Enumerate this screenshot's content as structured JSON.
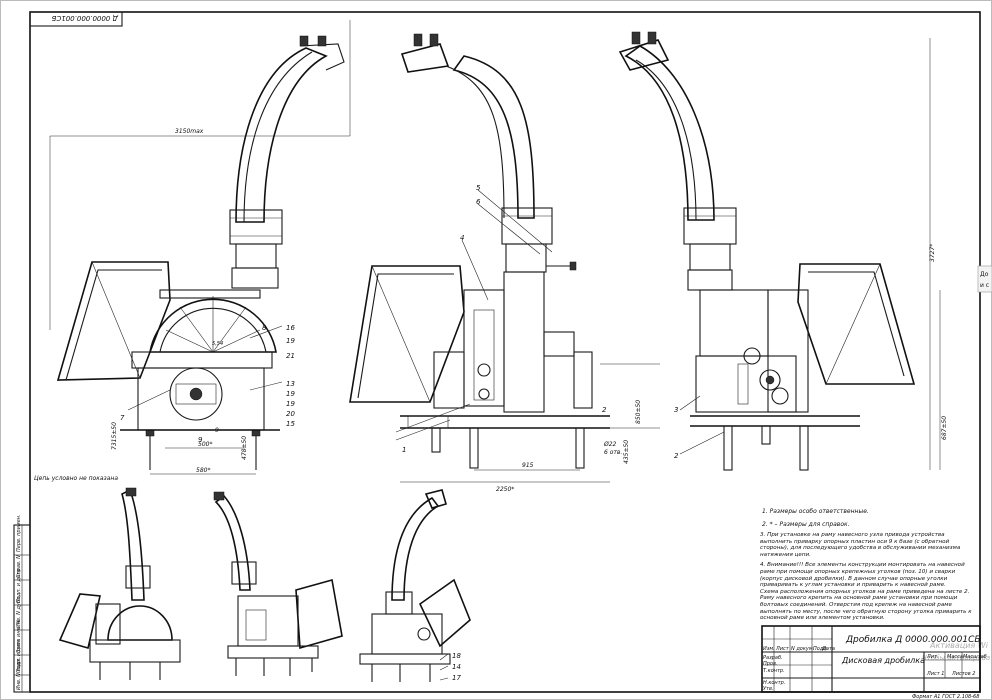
{
  "stamp_rotated": "Д 0000.000.001СБ",
  "dims": {
    "d3150": "3150max",
    "d3727": "3727*",
    "d2250": "2250*",
    "d915": "915",
    "d580": "580*",
    "d500": "500*",
    "d7315": "7315±50",
    "d478": "478±50",
    "d850": "850±50",
    "d435": "435±50",
    "d687": "687±50",
    "d9": "9",
    "d54": "5,54",
    "hole": "Ø22",
    "holes": "6 отв."
  },
  "callouts_front": [
    "8",
    "16",
    "19",
    "21",
    "13",
    "19",
    "19",
    "20",
    "15",
    "7",
    "9"
  ],
  "callouts_side": [
    "5",
    "6",
    "4",
    "1",
    "2"
  ],
  "callouts_rear": [
    "3",
    "2"
  ],
  "callouts_iso": [
    "18",
    "14",
    "17"
  ],
  "caption_chain": "Цепь условно не показана",
  "notes": [
    "1. Размеры особо ответственные.",
    "2. * – Размеры для справок.",
    "3. При установке на раму навесного узла привода устройства выполнить приварку опорных пластин оси 9 к базе (с обратной стороны), для последующего удобства в обслуживании механизма натяжения цепи.",
    "4. Внимание!!! Все элементы конструкции монтировать на навесной раме при помощи опорных крепежных уголков (поз. 10) и сварки (корпус дисковой дробилки). В данном случае опорные уголки приваривать к углам установки и приварить к навесной раме.",
    "Схема расположения опорных уголков на раме приведена на листе 2.",
    "Раму навесного крепить на основной раме установки при помощи болтовых соединений. Отверстия под крепеж на навесной раме выполнять по месту, после чего обратную сторону уголка приварить к основной раме или элементом установки."
  ],
  "title_block": {
    "designation": "Дробилка Д 0000.000.001СБ",
    "name": "Дисковая дробилка",
    "headers": [
      "Лит.",
      "Масса",
      "Масштаб"
    ],
    "sheet": "Лист 1",
    "sheets": "Листов 2",
    "rows": [
      "Изм.",
      "Лист",
      "N докум.",
      "Подп.",
      "Дата"
    ],
    "roles": [
      "Разраб.",
      "Пров.",
      "Т.контр.",
      "Н.контр.",
      "Утв."
    ],
    "format": "Формат А1   ГОСТ 2.108-68"
  },
  "left_strip": [
    "Перв. примен.",
    "Справ. N",
    "Подп. и дата",
    "Инв. N дубл.",
    "Взам. инв. N",
    "Подп. и дата",
    "Инв. N подл."
  ],
  "right_edge": [
    "До",
    "и с"
  ],
  "watermark": [
    "Активация Wi",
    "Чтобы активирова"
  ]
}
